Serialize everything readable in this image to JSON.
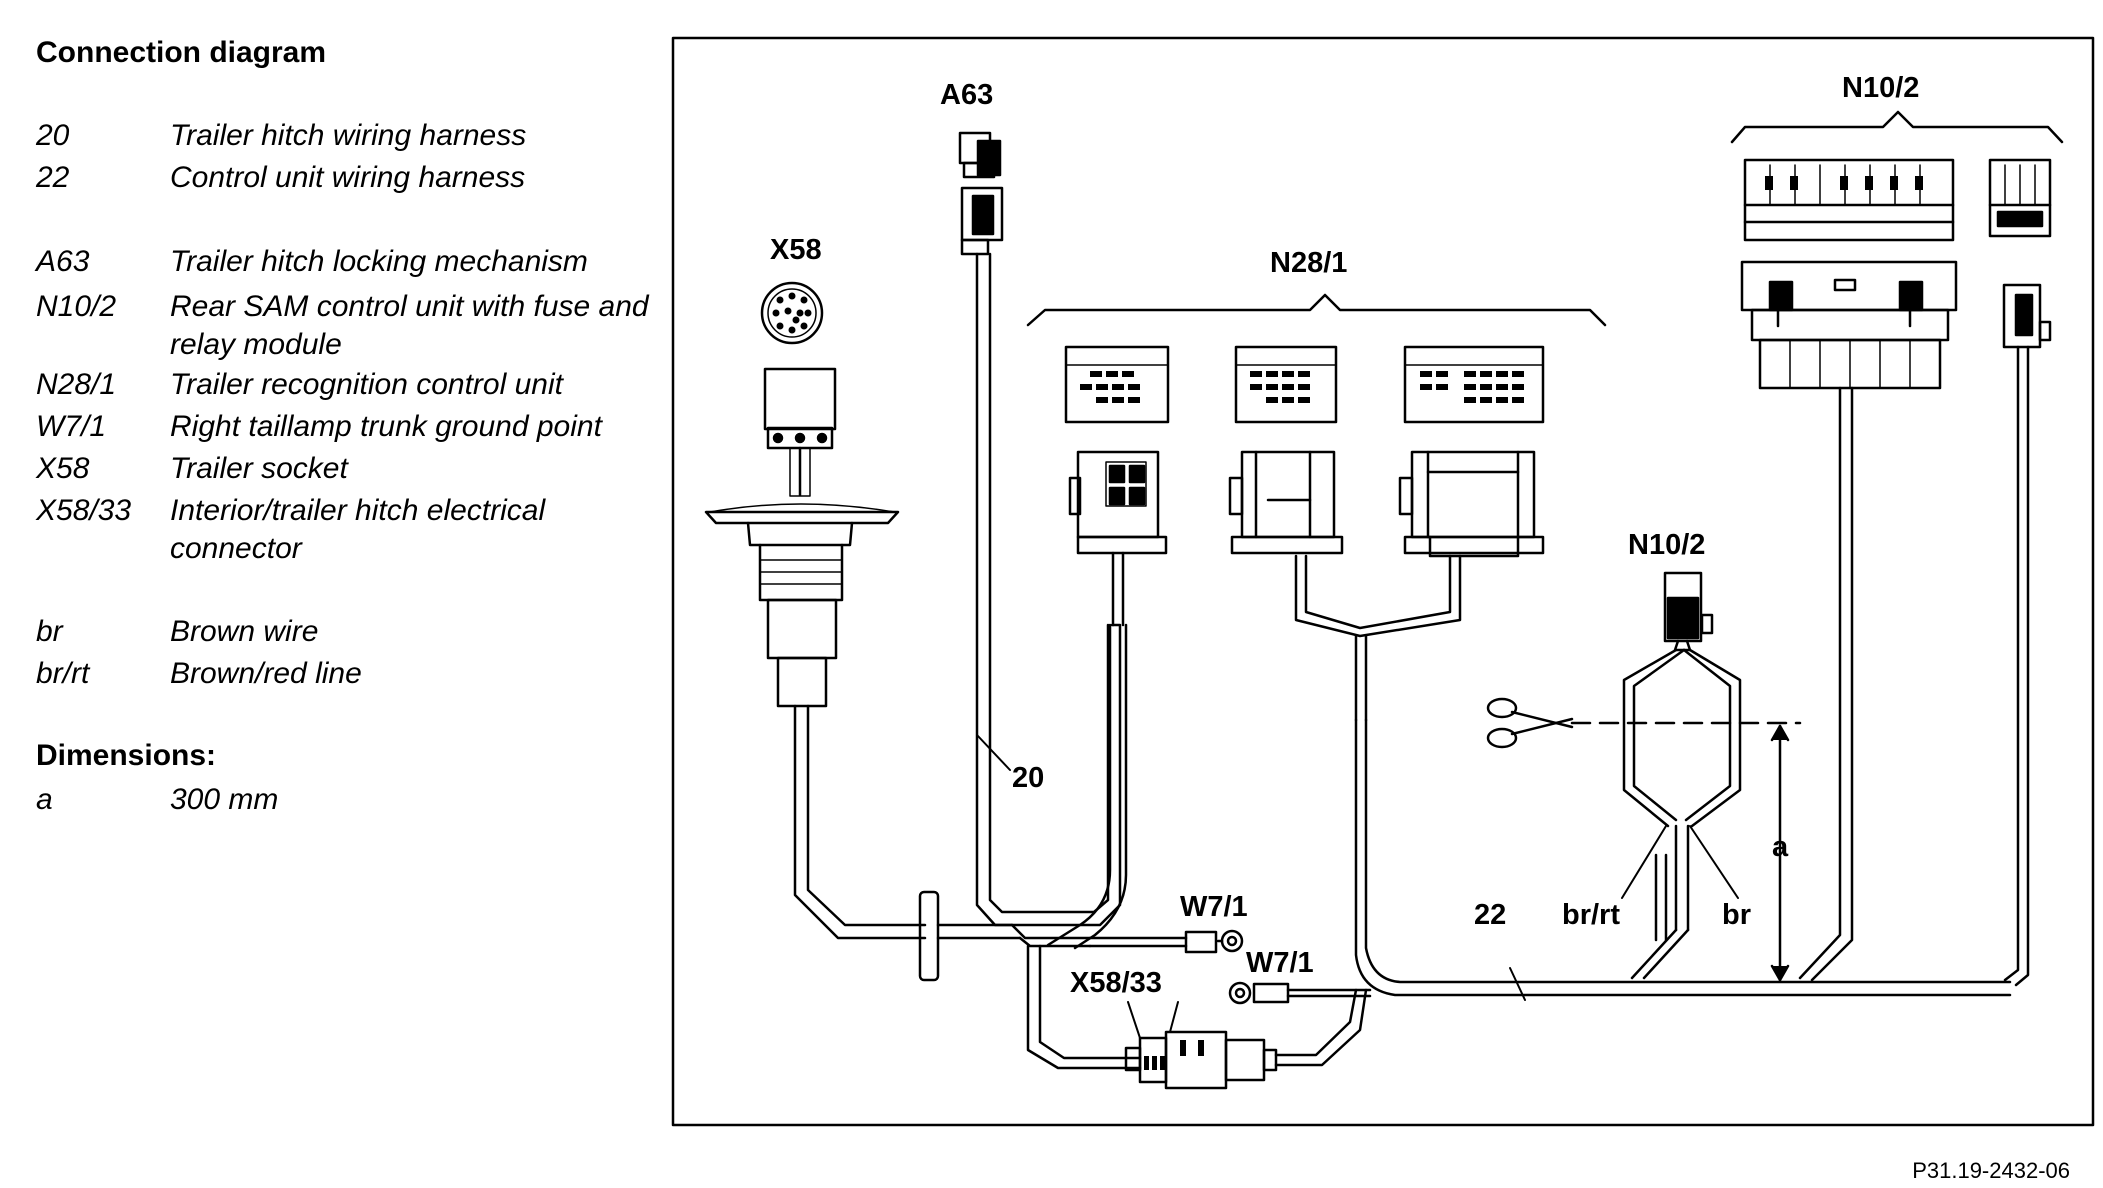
{
  "legend": {
    "title": "Connection diagram",
    "items": [
      {
        "code": "20",
        "desc": "Trailer hitch wiring harness"
      },
      {
        "code": "22",
        "desc": "Control unit wiring harness"
      },
      {
        "code": "A63",
        "desc": "Trailer hitch locking mechanism"
      },
      {
        "code": "N10/2",
        "desc": "Rear SAM control unit with fuse and relay module"
      },
      {
        "code": "N28/1",
        "desc": "Trailer recognition control unit"
      },
      {
        "code": "W7/1",
        "desc": "Right taillamp trunk ground point"
      },
      {
        "code": "X58",
        "desc": "Trailer socket"
      },
      {
        "code": "X58/33",
        "desc": "Interior/trailer hitch electrical connector"
      },
      {
        "code": "br",
        "desc": "Brown wire"
      },
      {
        "code": "br/rt",
        "desc": "Brown/red line"
      }
    ],
    "dimensions_title": "Dimensions:",
    "dimensions": [
      {
        "code": "a",
        "desc": "300 mm"
      }
    ]
  },
  "diagram": {
    "labels": {
      "a63": "A63",
      "x58": "X58",
      "n28_1": "N28/1",
      "n10_2_top": "N10/2",
      "n10_2_mid": "N10/2",
      "w7_1_upper": "W7/1",
      "w7_1_lower": "W7/1",
      "x58_33": "X58/33",
      "harness_20": "20",
      "harness_22": "22",
      "dim_a": "a",
      "br_rt": "br/rt",
      "br": "br"
    }
  },
  "figure_code": "P31.19-2432-06"
}
